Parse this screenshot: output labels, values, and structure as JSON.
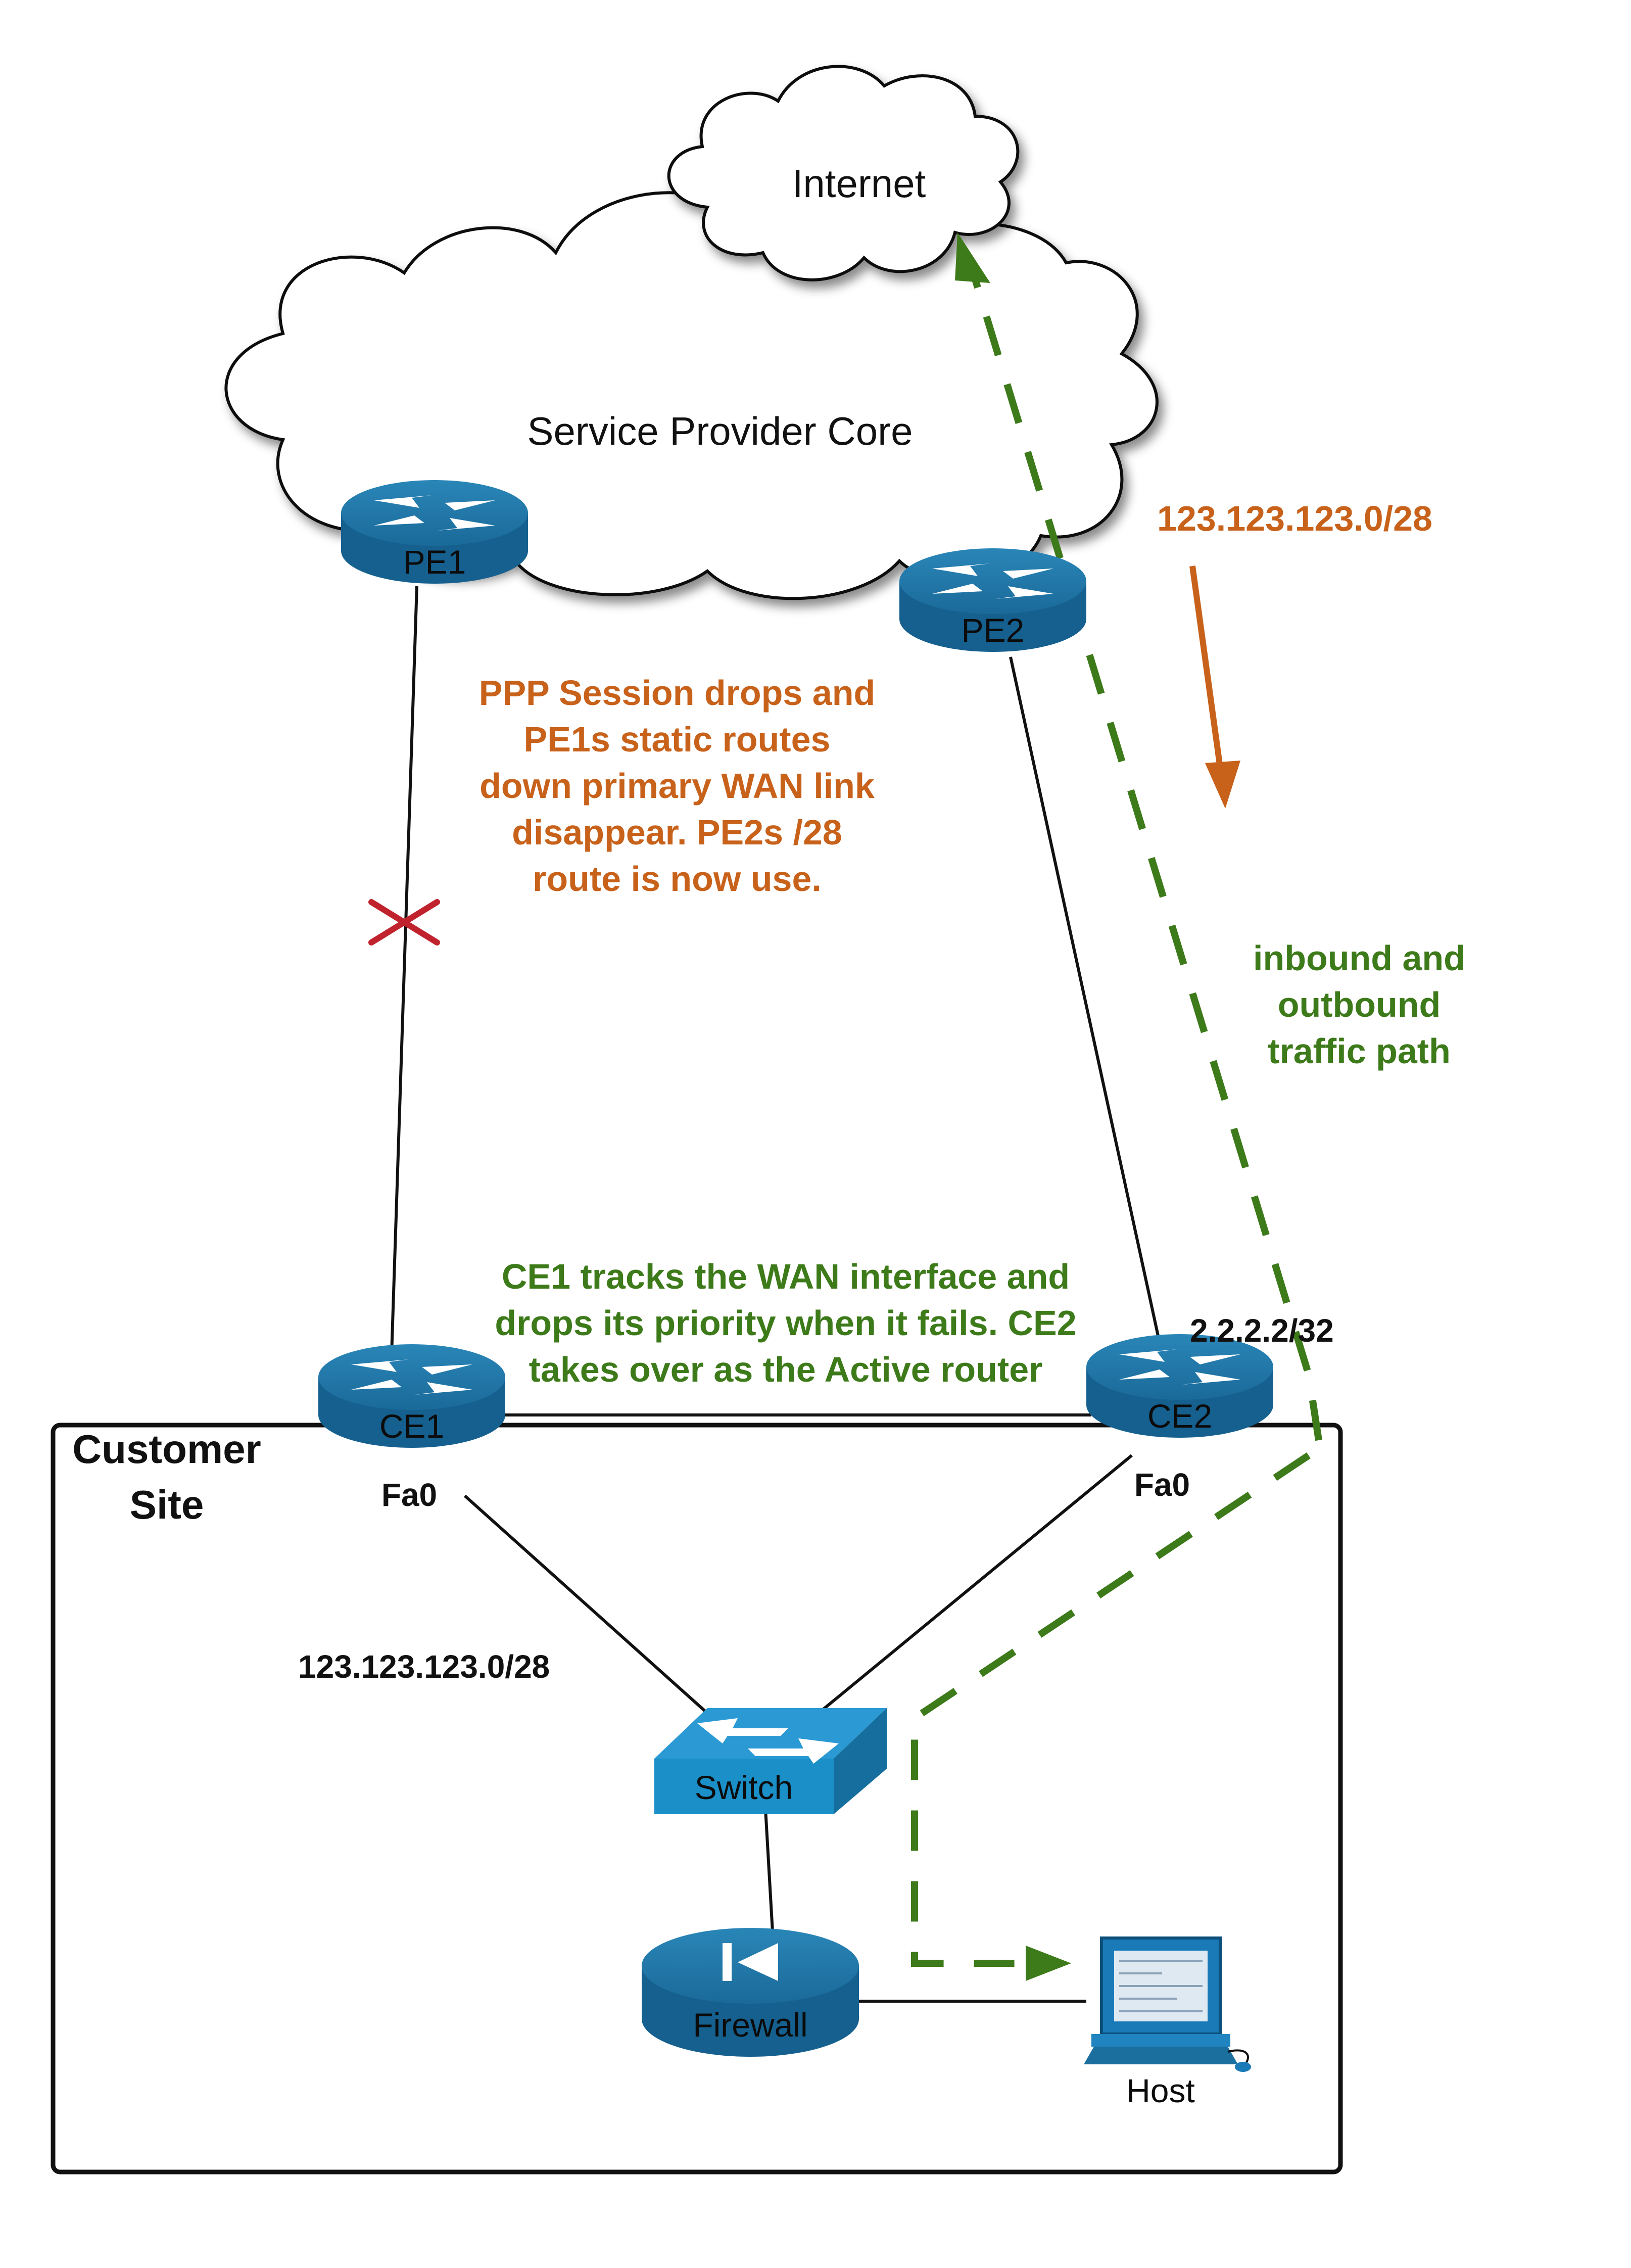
{
  "clouds": {
    "internet": "Internet",
    "core": "Service Provider Core"
  },
  "devices": {
    "pe1": "PE1",
    "pe2": "PE2",
    "ce1": "CE1",
    "ce2": "CE2",
    "switch": "Switch",
    "firewall": "Firewall",
    "host": "Host"
  },
  "interfaces": {
    "ce1_port": "Fa0",
    "ce2_port": "Fa0",
    "ce2_loopback": "2.2.2.2/32",
    "lan_subnet": "123.123.123.0/28"
  },
  "site": {
    "line1": "Customer",
    "line2": "Site"
  },
  "annotations": {
    "pe2_route": "123.123.123.0/28",
    "ppp_note": [
      "PPP Session drops and",
      "PE1s static routes",
      "down primary WAN link",
      "disappear. PE2s /28",
      "route is now use."
    ],
    "traffic_note": [
      "inbound and",
      "outbound",
      "traffic path"
    ],
    "ce1_note": [
      "CE1 tracks the WAN interface and",
      "drops its priority when it fails. CE2",
      "takes over as the Active router"
    ]
  },
  "colors": {
    "orange": "#c8621b",
    "green": "#3d7a1a",
    "failure_red": "#c0232e",
    "device_blue": "#1a6f9e",
    "switch_blue": "#1b8fc7"
  }
}
